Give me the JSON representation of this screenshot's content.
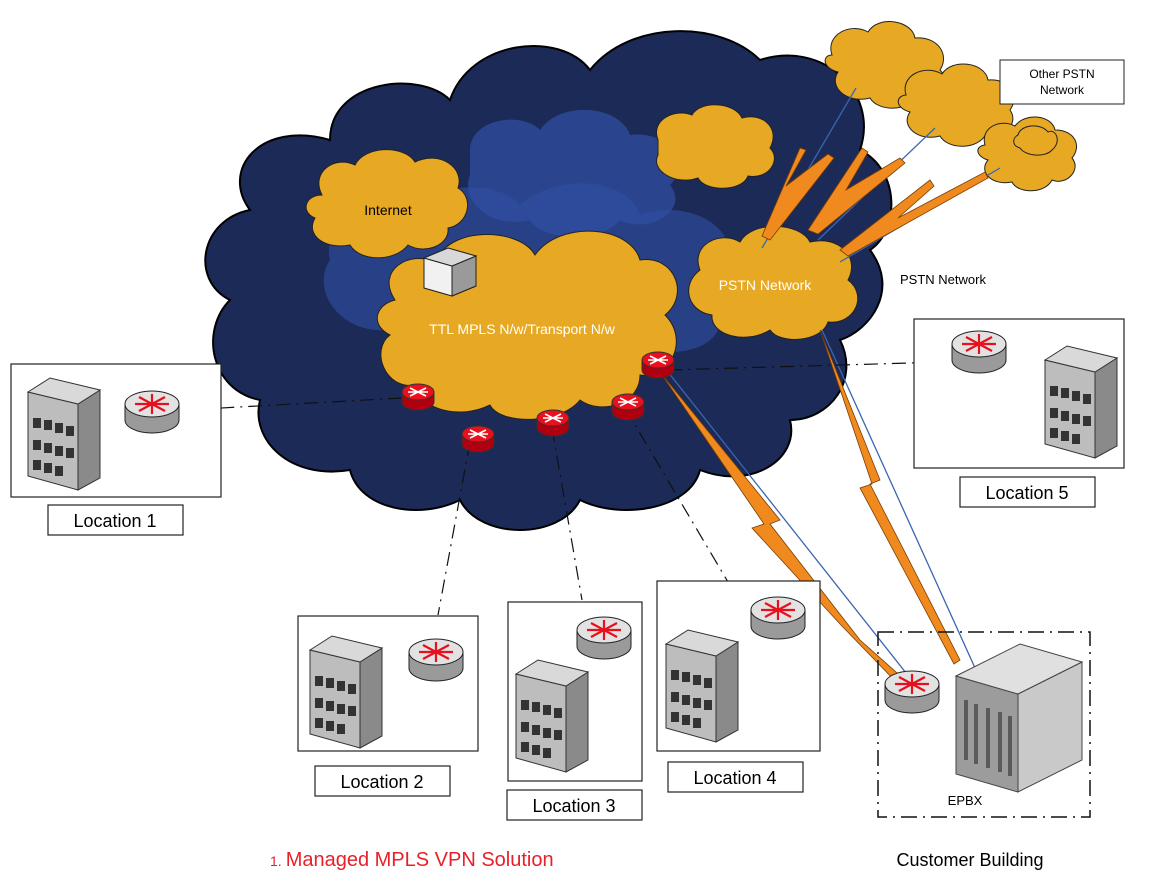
{
  "nodes": {
    "internet": "Internet",
    "mpls": "TTL MPLS N/w/Transport N/w",
    "pstn_cloud": "PSTN Network",
    "pstn_label": "PSTN Network",
    "other_pstn_line1": "Other PSTN",
    "other_pstn_line2": "Network",
    "epbx": "EPBX"
  },
  "locations": {
    "loc1": "Location 1",
    "loc2": "Location 2",
    "loc3": "Location 3",
    "loc4": "Location 4",
    "loc5": "Location 5"
  },
  "customer_building": "Customer Building",
  "caption": {
    "number": "1.",
    "text": "Managed MPLS VPN Solution"
  },
  "colors": {
    "outer_cloud": "#1c2a57",
    "inner_cloud": "#2f4fa0",
    "orange_cloud": "#e7a823",
    "router_red": "#e8101c",
    "router_gray": "#c9c9c9",
    "lightning": "#f08a1e",
    "caption": "#e8202a"
  }
}
